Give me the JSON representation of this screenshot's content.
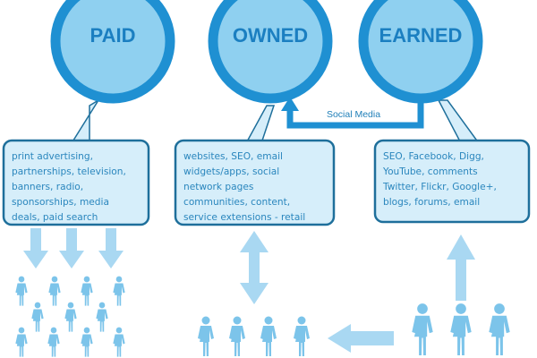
{
  "colors": {
    "ring": "#1f90d2",
    "fill": "#8fd0f0",
    "box_border": "#1e6f9b",
    "box_fill": "#d6eefa",
    "arrow": "#a9d8f2",
    "person": "#7cc4ea"
  },
  "circles": [
    {
      "label": "PAID"
    },
    {
      "label": "OWNED"
    },
    {
      "label": "EARNED"
    }
  ],
  "social_media_label": "Social Media",
  "boxes": [
    {
      "lines": [
        "print advertising,",
        "partnerships, television,",
        "banners, radio,",
        "sponsorships, media",
        "deals, paid search"
      ]
    },
    {
      "lines": [
        "websites, SEO, email",
        "widgets/apps, social",
        "network pages",
        "communities, content,",
        "service extensions - retail"
      ]
    },
    {
      "lines": [
        "SEO, Facebook, Digg,",
        "YouTube, comments",
        "Twitter, Flickr, Google+,",
        "blogs, forums, email"
      ]
    }
  ]
}
